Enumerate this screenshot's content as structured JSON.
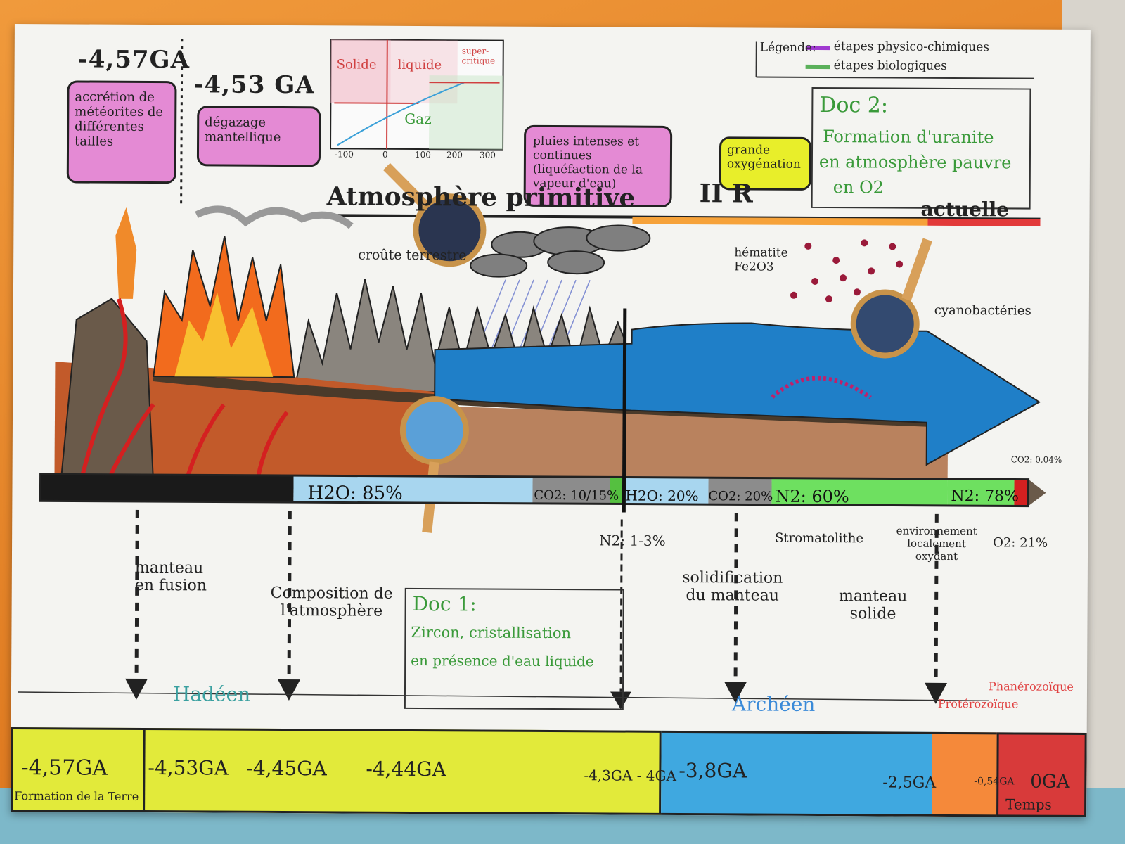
{
  "times": {
    "t1": "-4,57GA",
    "t2": "-4,53 GA"
  },
  "legend": {
    "title": "Légende:",
    "item1": "étapes physico-chimiques",
    "item2": "étapes biologiques"
  },
  "doc2": {
    "title": "Doc 2:",
    "text1": "Formation d'uranite",
    "text2": "en atmosphère pauvre",
    "text3": "en O2"
  },
  "doc1": {
    "title": "Doc 1:",
    "text1": "Zircon, cristallisation",
    "text2": "en présence d'eau liquide"
  },
  "header": {
    "title": "Atmosphère primitive",
    "roman": "II R",
    "actuelle": "actuelle"
  },
  "bubbles": {
    "accretion": "accrétion de météorites de différentes tailles",
    "degazage": "dégazage mantellique",
    "pluies": "pluies intenses et continues (liquéfaction de la vapeur d'eau)",
    "oxygenation": "grande oxygénation"
  },
  "phase_chart": {
    "solide": "Solide",
    "liquide": "liquide",
    "super": "super-critique",
    "gaz": "Gaz",
    "xticks": [
      "-100",
      "0",
      "100",
      "200",
      "300"
    ]
  },
  "labels": {
    "croute": "croûte terrestre",
    "hematite": "hématite Fe2O3",
    "cyano": "cyanobactéries",
    "manteau_fusion": "manteau en fusion",
    "composition": "Composition de l'atmosphère",
    "n2_low": "N2: 1-3%",
    "solidification": "solidification du manteau",
    "stromatolithe": "Stromatolithe",
    "environnement": "environnement localement oxydant",
    "manteau_solide": "manteau solide",
    "o2": "O2: 21%",
    "co2_small": "CO2: 0,04%"
  },
  "stripe": {
    "h2o85": "H2O: 85%",
    "co2_10": "CO2: 10/15%",
    "h2o20": "H2O: 20%",
    "co2_20": "CO2: 20%",
    "n2_60": "N2: 60%",
    "n2_78": "N2: 78%"
  },
  "eons": {
    "hadeen": "Hadéen",
    "archeen": "Archéen",
    "proterozoique": "Protérozoïque",
    "phanerozoique": "Phanérozoïque"
  },
  "timeline": {
    "s1": "-4,57GA",
    "s1sub": "Formation de la Terre",
    "s2": "-4,53GA",
    "s3": "-4,45GA",
    "s4": "-4,44GA",
    "s5": "-4,3GA - 4GA",
    "s6": "-3,8GA",
    "s7": "-2,5GA",
    "s8": "-0,54GA",
    "s9": "0GA",
    "temps": "Temps"
  }
}
